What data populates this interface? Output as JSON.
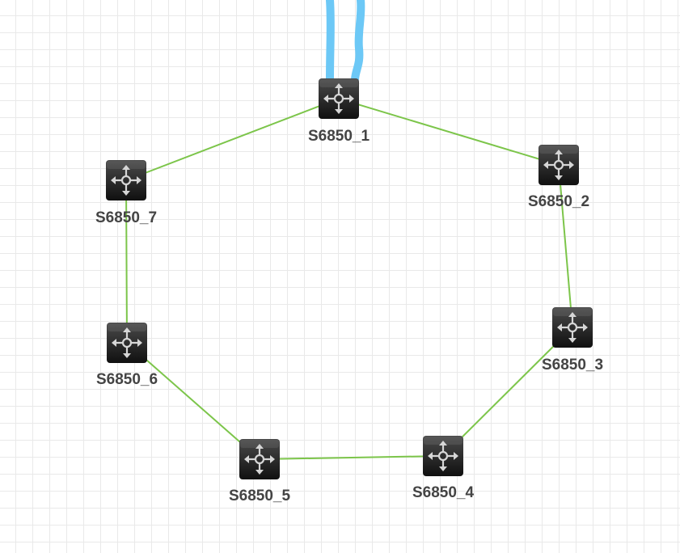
{
  "topology": {
    "nodes": [
      {
        "id": "s1",
        "label": "S6850_1",
        "icon": "layer3-switch-icon"
      },
      {
        "id": "s2",
        "label": "S6850_2",
        "icon": "layer3-switch-icon"
      },
      {
        "id": "s3",
        "label": "S6850_3",
        "icon": "layer3-switch-icon"
      },
      {
        "id": "s4",
        "label": "S6850_4",
        "icon": "layer3-switch-icon"
      },
      {
        "id": "s5",
        "label": "S6850_5",
        "icon": "layer3-switch-icon"
      },
      {
        "id": "s6",
        "label": "S6850_6",
        "icon": "layer3-switch-icon"
      },
      {
        "id": "s7",
        "label": "S6850_7",
        "icon": "layer3-switch-icon"
      }
    ],
    "links": [
      [
        "s1",
        "s2"
      ],
      [
        "s2",
        "s3"
      ],
      [
        "s3",
        "s4"
      ],
      [
        "s4",
        "s5"
      ],
      [
        "s5",
        "s6"
      ],
      [
        "s6",
        "s7"
      ],
      [
        "s7",
        "s1"
      ]
    ],
    "uplinks": [
      {
        "node": "s1",
        "count": 2
      }
    ]
  },
  "colors": {
    "link": "#7cc54a",
    "uplink": "#6cc8f6",
    "device_top": "#4a4a4a",
    "device_bottom": "#101010",
    "icon_glyph": "#d6d6d6",
    "label": "#444444"
  }
}
